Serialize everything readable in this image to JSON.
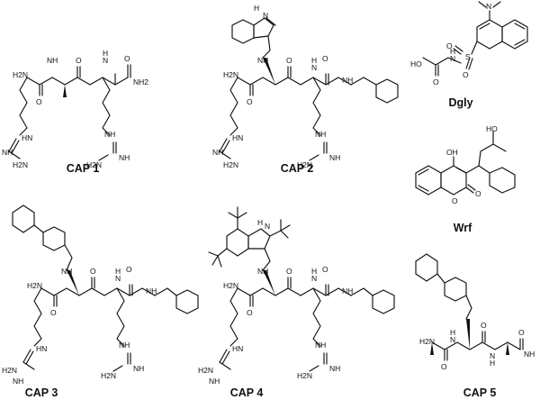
{
  "compounds": [
    {
      "id": "cap1",
      "label": "CAP 1"
    },
    {
      "id": "cap2",
      "label": "CAP 2"
    },
    {
      "id": "dgly",
      "label": "Dgly"
    },
    {
      "id": "wrf",
      "label": "Wrf"
    },
    {
      "id": "cap3",
      "label": "CAP 3"
    },
    {
      "id": "cap4",
      "label": "CAP 4"
    },
    {
      "id": "cap5",
      "label": "CAP 5"
    }
  ],
  "atoms": {
    "NH": "NH",
    "HN": "HN",
    "NH2": "NH2",
    "H2N": "H2N",
    "O": "O",
    "N": "N",
    "H": "H",
    "OH": "OH",
    "HO": "HO",
    "S": "S"
  }
}
